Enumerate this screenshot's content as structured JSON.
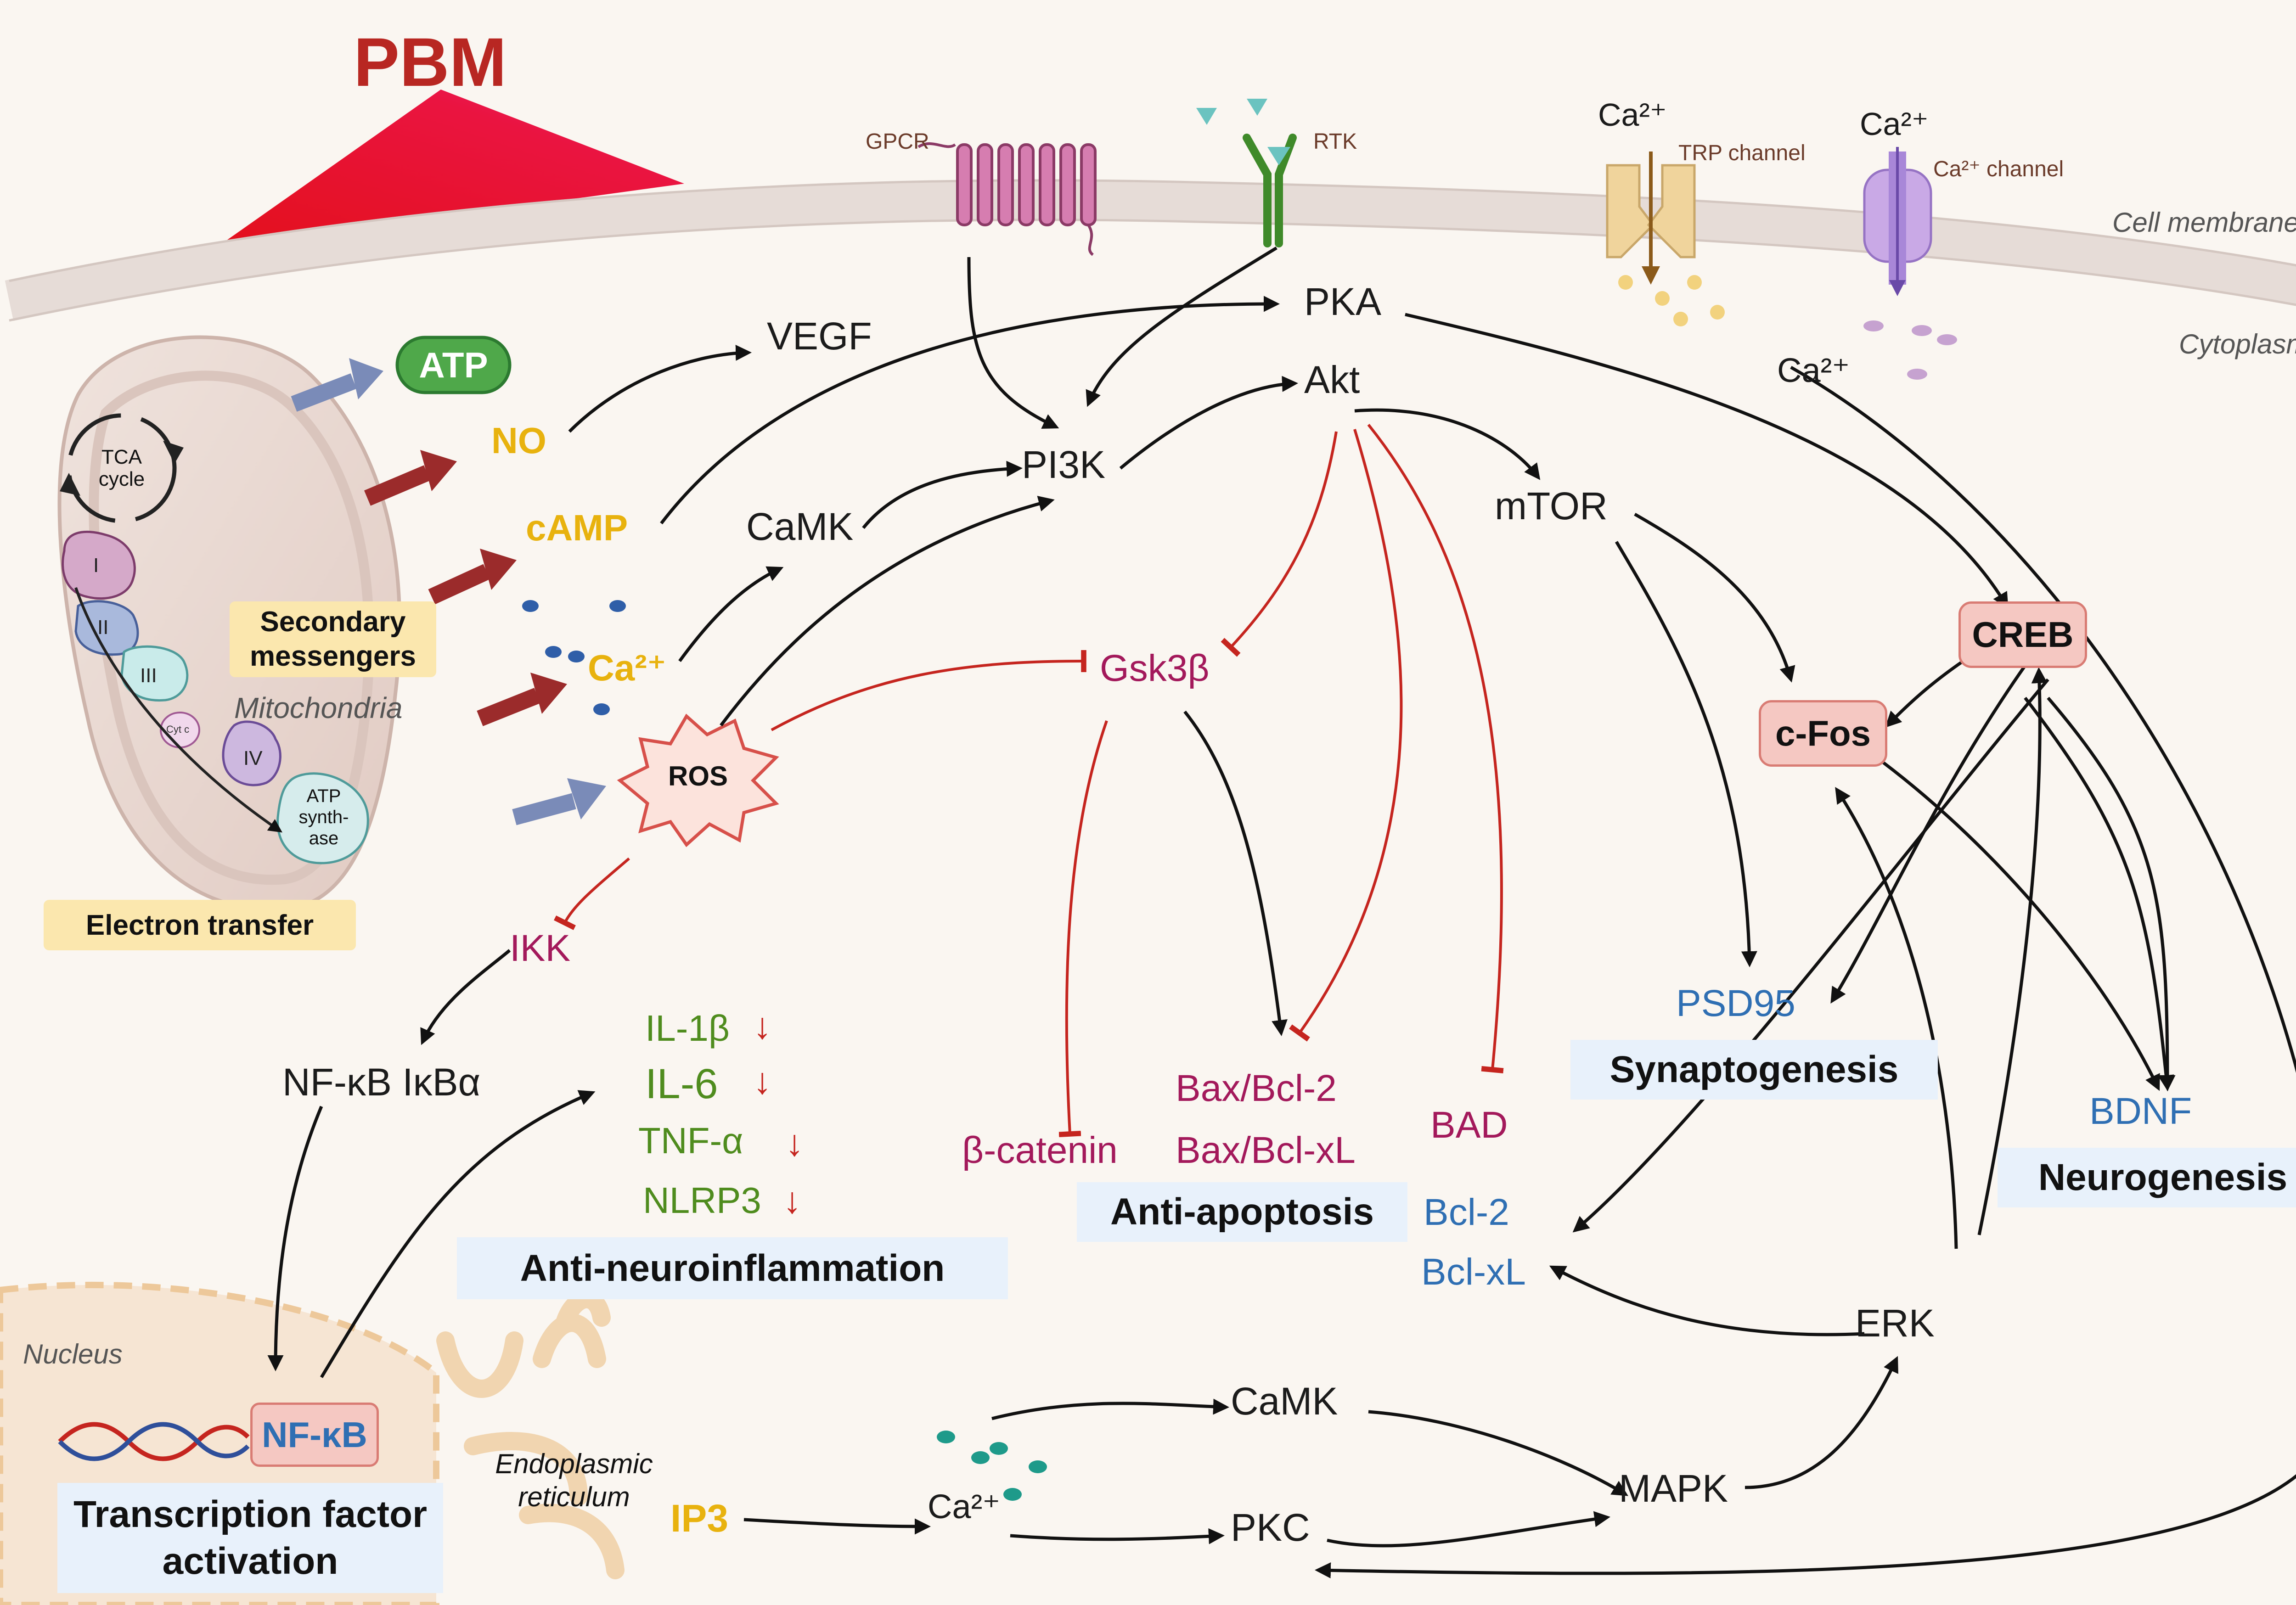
{
  "header": {
    "pbm": "PBM"
  },
  "membrane": {
    "cell_membrane": "Cell membrane",
    "cytoplasm": "Cytoplasm",
    "gpcr": "GPCR",
    "rtk": "RTK",
    "trp_channel": "TRP channel",
    "ca_channel": "Ca²⁺ channel",
    "ca_top1": "Ca²⁺",
    "ca_top2": "Ca²⁺",
    "ca_cyto": "Ca²⁺"
  },
  "mito": {
    "tca": "TCA cycle",
    "c1": "I",
    "c2": "II",
    "c3": "III",
    "cytc": "Cyt c",
    "c4": "IV",
    "atp_synthase": "ATP synth-ase",
    "label": "Mitochondria",
    "secondary": "Secondary messengers",
    "electron_transfer": "Electron transfer"
  },
  "nodes": {
    "atp": "ATP",
    "no": "NO",
    "camp": "cAMP",
    "ca2": "Ca²⁺",
    "ros": "ROS",
    "vegf": "VEGF",
    "pka": "PKA",
    "akt": "Akt",
    "pi3k": "PI3K",
    "camk_top": "CaMK",
    "mtor": "mTOR",
    "gsk3b": "Gsk3β",
    "creb": "CREB",
    "cfos": "c-Fos",
    "ikk": "IKK",
    "nfkb_ikba": "NF-κB IκBα",
    "il1b": "IL-1β",
    "il6": "IL-6",
    "tnfa": "TNF-α",
    "nlrp3": "NLRP3",
    "anti_neuro": "Anti-neuroinflammation",
    "b_catenin": "β-catenin",
    "bax_bcl2": "Bax/Bcl-2",
    "bax_bclxl": "Bax/Bcl-xL",
    "anti_apoptosis": "Anti-apoptosis",
    "bad": "BAD",
    "bcl2": "Bcl-2",
    "bclxl": "Bcl-xL",
    "psd95": "PSD95",
    "synaptogenesis": "Synaptogenesis",
    "bdnf": "BDNF",
    "neurogenesis": "Neurogenesis",
    "erk": "ERK",
    "nucleus": "Nucleus",
    "nfkb": "NF-κB",
    "transcription": "Transcription factor activation",
    "er": "Endoplasmic reticulum",
    "ip3": "IP3",
    "ca_er": "Ca²⁺",
    "camk_bottom": "CaMK",
    "pkc": "PKC",
    "mapk": "MAPK",
    "down_arrow": "↓"
  },
  "colors": {
    "black": "#1b1b1b",
    "red": "#c5251f",
    "purple": "#a3195b",
    "blue": "#2f6fb3",
    "green": "#4f8c1e",
    "yellow": "#e8b20e"
  }
}
